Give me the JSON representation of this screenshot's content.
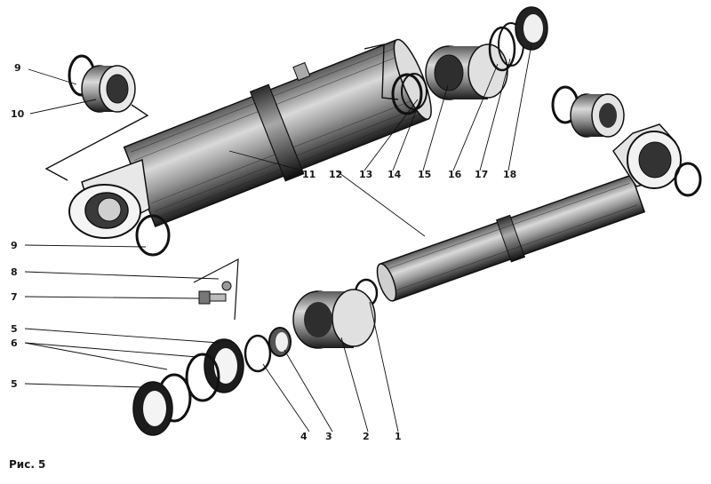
{
  "figure": {
    "caption": "Рис. 5"
  },
  "callouts": {
    "c1": "1",
    "c2": "2",
    "c3": "3",
    "c4": "4",
    "c5a": "5",
    "c5b": "5",
    "c6": "6",
    "c7": "7",
    "c8": "8",
    "c9a": "9",
    "c9b": "9",
    "c10": "10",
    "c11": "11",
    "c12": "12",
    "c13": "13",
    "c14": "14",
    "c15": "15",
    "c16": "16",
    "c17": "17",
    "c18": "18"
  }
}
